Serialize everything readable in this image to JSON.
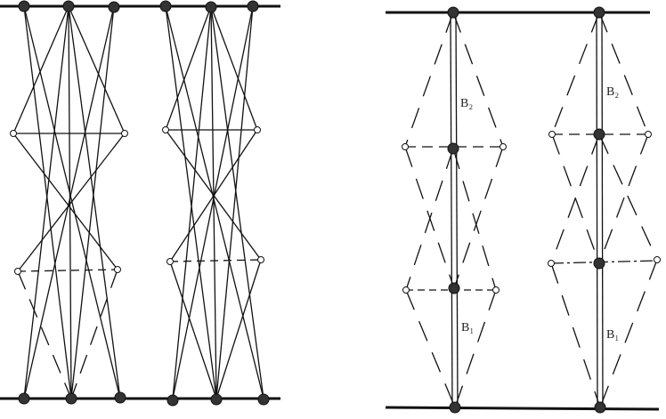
{
  "diagram": {
    "labels": {
      "b2_left": "B₂",
      "b2_right": "B₂",
      "b1_left": "B₁",
      "b1_right": "B₁"
    },
    "colors": {
      "line": "#111111",
      "node_fill": "#333333",
      "open_node_fill": "#ffffff",
      "background": "#ffffff"
    },
    "panels": [
      "left-truss-panel",
      "right-truss-panel"
    ]
  }
}
